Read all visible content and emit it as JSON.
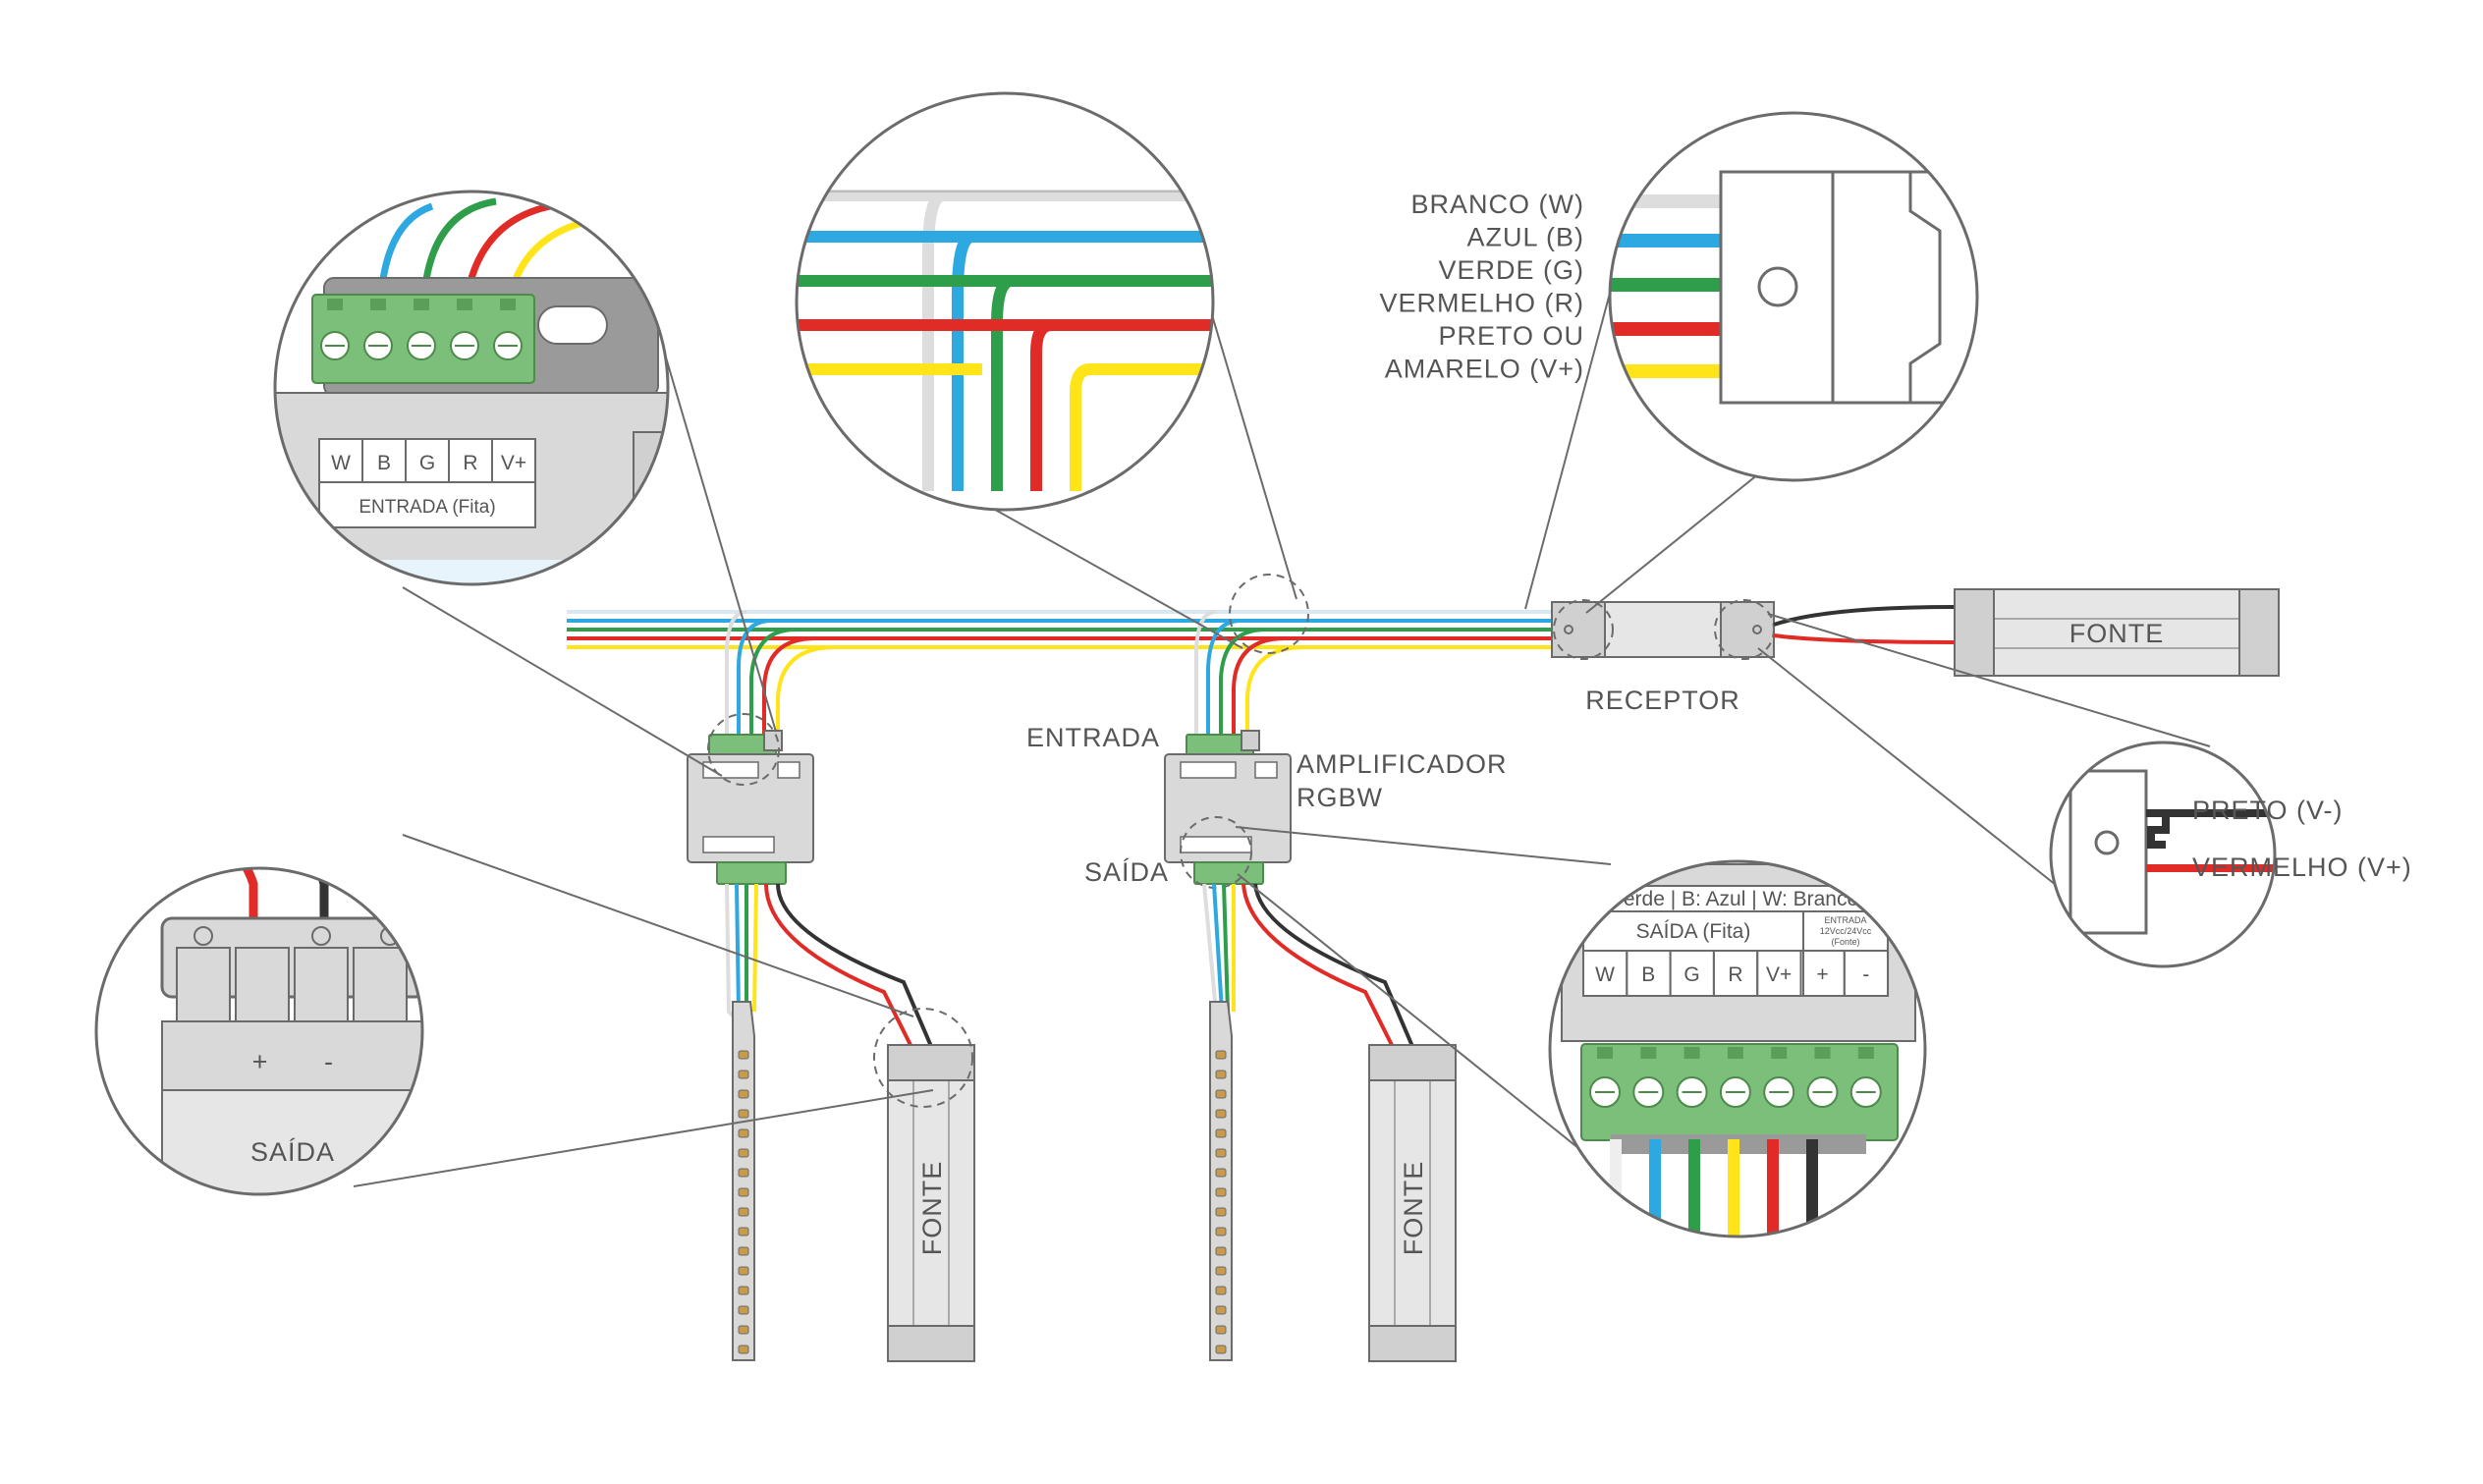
{
  "labels": {
    "receptor": "RECEPTOR",
    "fonte_right": "FONTE",
    "entrada": "ENTRADA",
    "amplificador_line1": "AMPLIFICADOR",
    "amplificador_line2": "RGBW",
    "saida": "SAÍDA",
    "fonte_vertical": "FONTE",
    "preto_v_minus": "PRETO (V-)",
    "vermelho_v_plus": "VERMELHO (V+)"
  },
  "wire_legend": [
    "BRANCO (W)",
    "AZUL (B)",
    "VERDE (G)",
    "VERMELHO (R)",
    "PRETO OU",
    "AMARELO (V+)"
  ],
  "zoom_input": {
    "terminals": [
      "W",
      "B",
      "G",
      "R",
      "V+"
    ],
    "caption": "ENTRADA (Fita)"
  },
  "zoom_power": {
    "plus": "+",
    "minus": "-",
    "caption": "SAÍDA"
  },
  "zoom_output": {
    "header_text": "G: Verde | B: Azul | W: Branco",
    "saida_caption": "SAÍDA (Fita)",
    "entrada_caption_1": "ENTRADA",
    "entrada_caption_2": "12Vcc/24Vcc",
    "entrada_caption_3": "(Fonte)",
    "terminals": [
      "W",
      "B",
      "G",
      "R",
      "V+",
      "+",
      "-"
    ]
  },
  "colors": {
    "white": "#eeeeee",
    "blue": "#2ea8e0",
    "green": "#2e9e4a",
    "red": "#e02b27",
    "yellow": "#ffe419",
    "black": "#333333",
    "terminal_green": "#7bbf7a",
    "device_gray": "#d9d9d9",
    "outline": "#6b6b6b"
  }
}
